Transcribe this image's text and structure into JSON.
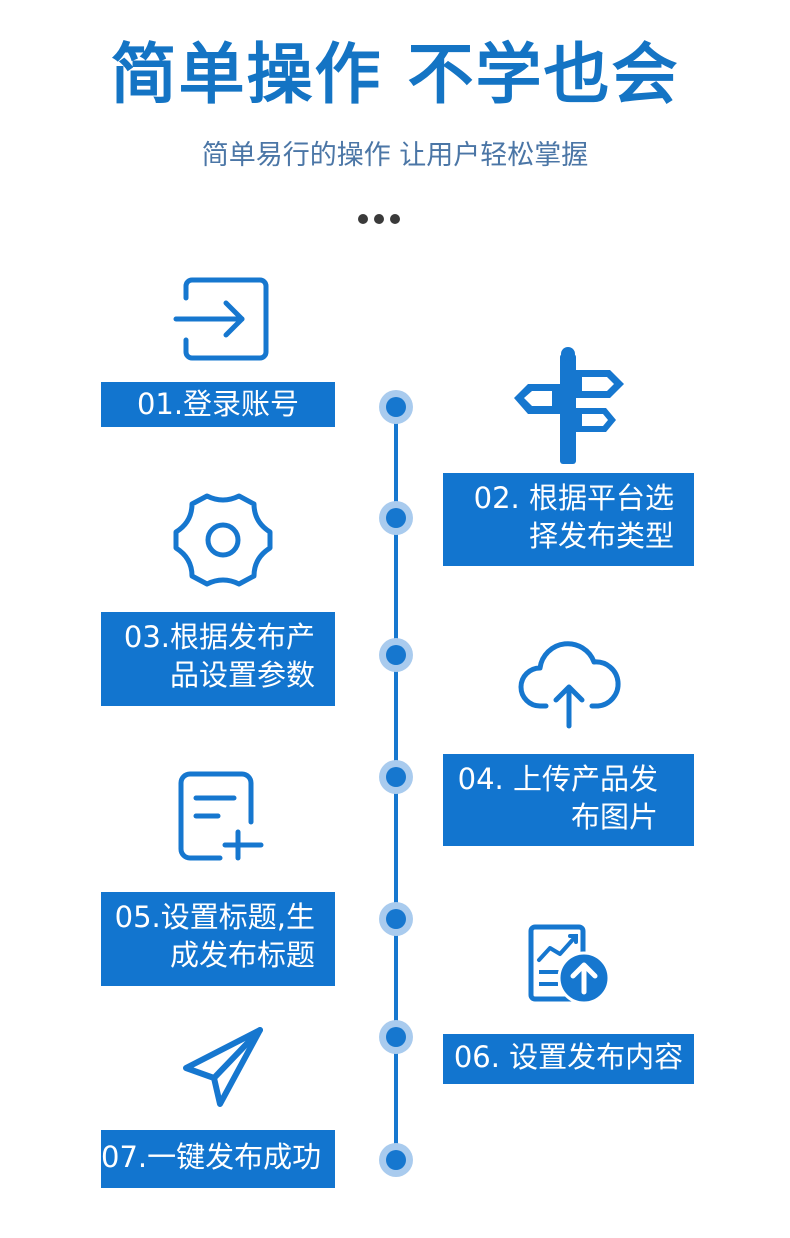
{
  "header": {
    "title": "简单操作 不学也会",
    "subtitle": "简单易行的操作 让用户轻松掌握"
  },
  "colors": {
    "primary": "#1275cf",
    "node_outer": "#a9cbee",
    "title": "#1474c4",
    "subtitle": "#4b76a6"
  },
  "steps": [
    {
      "label": "01.登录账号",
      "icon": "login-icon"
    },
    {
      "label": "02. 根据平台选择发布类型",
      "icon": "signpost-icon"
    },
    {
      "label": "03.根据发布产品设置参数",
      "icon": "gear-icon"
    },
    {
      "label": "04. 上传产品发布图片",
      "icon": "cloud-upload-icon"
    },
    {
      "label": "05.设置标题,生成发布标题",
      "icon": "document-add-icon"
    },
    {
      "label": "06. 设置发布内容",
      "icon": "chart-upload-icon"
    },
    {
      "label": "07.一键发布成功",
      "icon": "paper-plane-icon"
    }
  ]
}
